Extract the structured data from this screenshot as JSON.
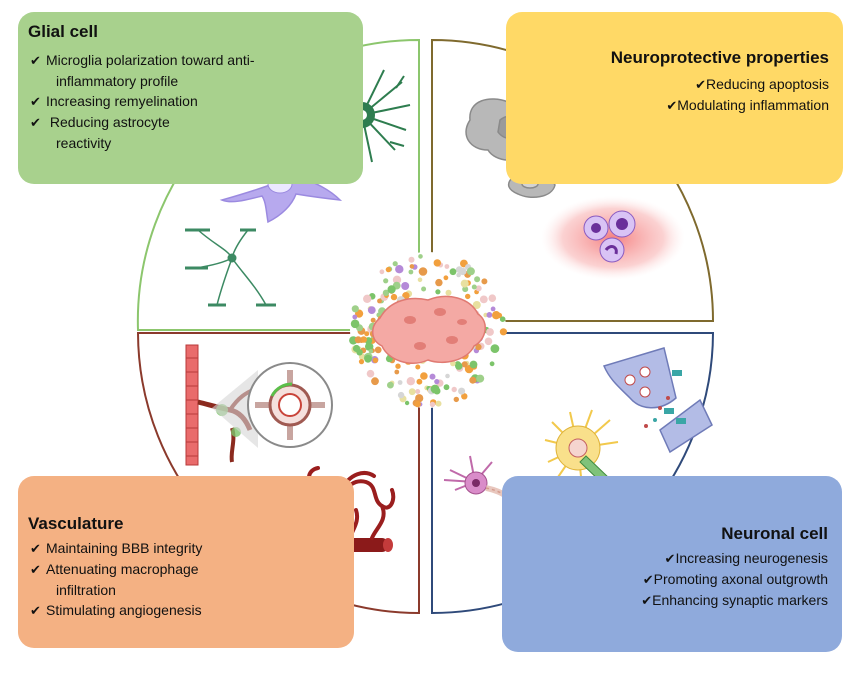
{
  "colors": {
    "glial": "#a8d18d",
    "neuroprotective": "#ffd966",
    "vasculature": "#f4b183",
    "neuronal": "#8faadc"
  },
  "panels": {
    "glial": {
      "title": "Glial cell",
      "items": [
        {
          "line1": "Microglia polarization toward anti-",
          "line2": "inflammatory profile"
        },
        {
          "line1": "Increasing remyelination",
          "line2": ""
        },
        {
          "line1": " Reducing astrocyte",
          "line2": "reactivity"
        }
      ]
    },
    "neuroprotective": {
      "title": "Neuroprotective properties",
      "items": [
        "Reducing apoptosis",
        "Modulating inflammation"
      ]
    },
    "vasculature": {
      "title": "Vasculature",
      "items": [
        {
          "line1": "Maintaining BBB integrity",
          "line2": ""
        },
        {
          "line1": "Attenuating macrophage",
          "line2": "infiltration"
        },
        {
          "line1": "Stimulating angiogenesis",
          "line2": ""
        }
      ]
    },
    "neuronal": {
      "title": "Neuronal cell",
      "items": [
        "Increasing neurogenesis",
        "Promoting axonal outgrowth",
        "Enhancing synaptic markers"
      ]
    }
  },
  "icons": {
    "astrocyte": "astrocyte-icon",
    "microglia": "microglia-icon",
    "oligodendrocyte": "oligodendrocyte-icon",
    "apoptotic_cells": "apoptotic-cell-icon",
    "inflamed_cells": "immune-cell-icon",
    "vessel": "blood-vessel-icon",
    "capillary": "capillary-network-icon",
    "neuron": "neuron-icon",
    "synapse": "synapse-icon",
    "sunburst_cell": "growth-cone-icon",
    "msc_center": "msc-cluster-icon"
  }
}
